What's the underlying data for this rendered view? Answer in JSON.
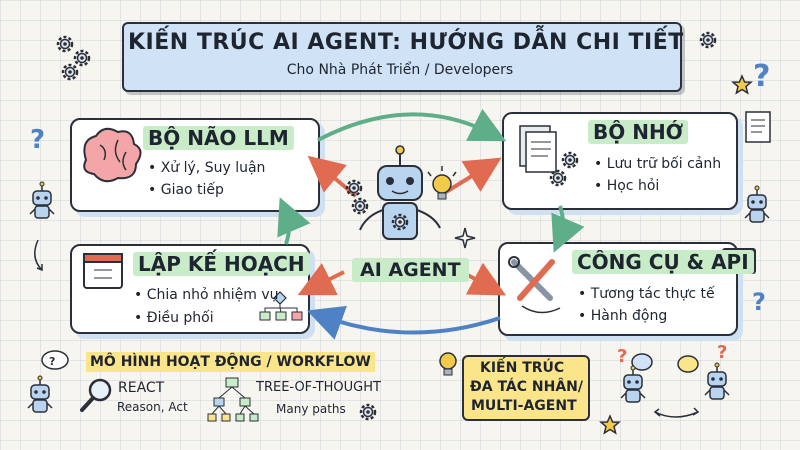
{
  "header": {
    "title": "KIẾN TRÚC AI AGENT: HƯỚNG DẪN CHI TIẾT",
    "subtitle": "Cho Nhà Phát Triển / Developers"
  },
  "center": {
    "label": "AI AGENT"
  },
  "cards": {
    "brain": {
      "title": "BỘ NÃO LLM",
      "bullets": [
        "Xử lý, Suy luận",
        "Giao tiếp"
      ]
    },
    "memory": {
      "title": "BỘ NHỚ",
      "bullets": [
        "Lưu trữ bối cảnh",
        "Học hỏi"
      ]
    },
    "planning": {
      "title": "LẬP KẾ HOẠCH",
      "bullets": [
        "Chia nhỏ nhiệm vụ",
        "Điều phối"
      ]
    },
    "tools": {
      "title": "CÔNG CỤ & API",
      "bullets": [
        "Tương tác thực tế",
        "Hành động"
      ]
    }
  },
  "workflow": {
    "title": "MÔ HÌNH HOẠT ĐỘNG / WORKFLOW",
    "react": {
      "label": "REACT",
      "sub": "Reason, Act"
    },
    "tot": {
      "label": "TREE-OF-THOUGHT",
      "sub": "Many paths"
    }
  },
  "multi_agent": {
    "lines": [
      "KIẾN TRÚC",
      "ĐA TÁC NHÂN/",
      "MULTI-AGENT"
    ]
  },
  "colors": {
    "banner": "#cfe2f6",
    "title_highlight": "#c8ecc7",
    "workflow_highlight": "#fbe58a",
    "arrow_green": "#5fae8a",
    "arrow_red": "#e06b50",
    "arrow_blue": "#4f82c4",
    "robot": "#b9d4ee",
    "ink": "#2b2f3a"
  }
}
